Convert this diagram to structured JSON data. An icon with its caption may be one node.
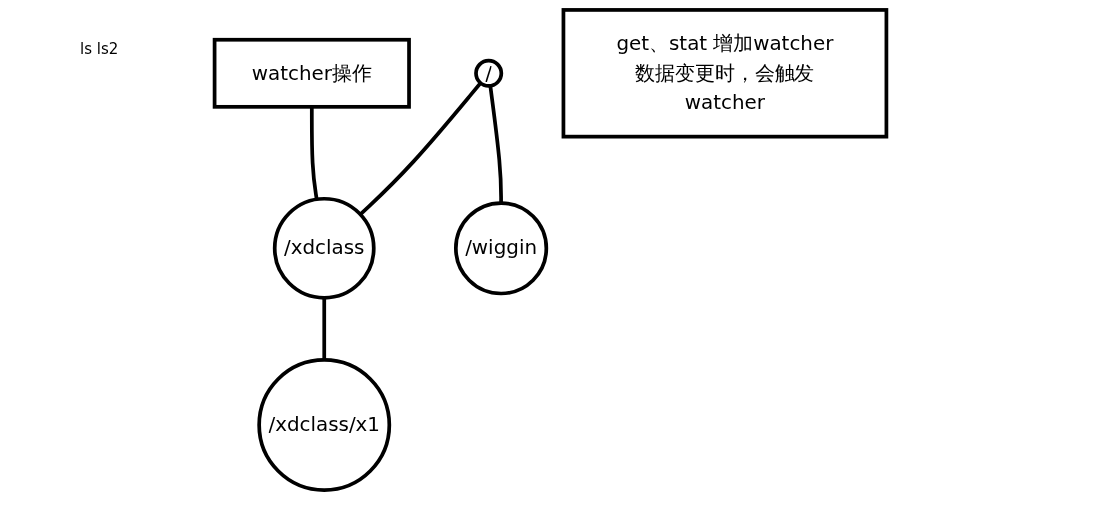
{
  "diagram": {
    "nodes": [
      {
        "text": [
          "watcher操作"
        ]
      },
      {
        "text": [
          "/"
        ]
      },
      {
        "text": [
          "get、stat 增加watcher",
          "数据变更时，会触发watcher"
        ]
      },
      {
        "text": [
          "/xdclass"
        ]
      },
      {
        "text": [
          "/wiggin"
        ]
      },
      {
        "text": [
          "/xdclass/x1"
        ]
      }
    ],
    "edges": [
      {
        "from": 0,
        "to": 3,
        "arrow": "none"
      },
      {
        "from": 1,
        "to": 3,
        "arrow": "none"
      },
      {
        "from": 1,
        "to": 4,
        "arrow": "none"
      },
      {
        "from": 3,
        "to": 5,
        "arrow": "none"
      }
    ],
    "labels": [
      "ls ls2"
    ]
  }
}
